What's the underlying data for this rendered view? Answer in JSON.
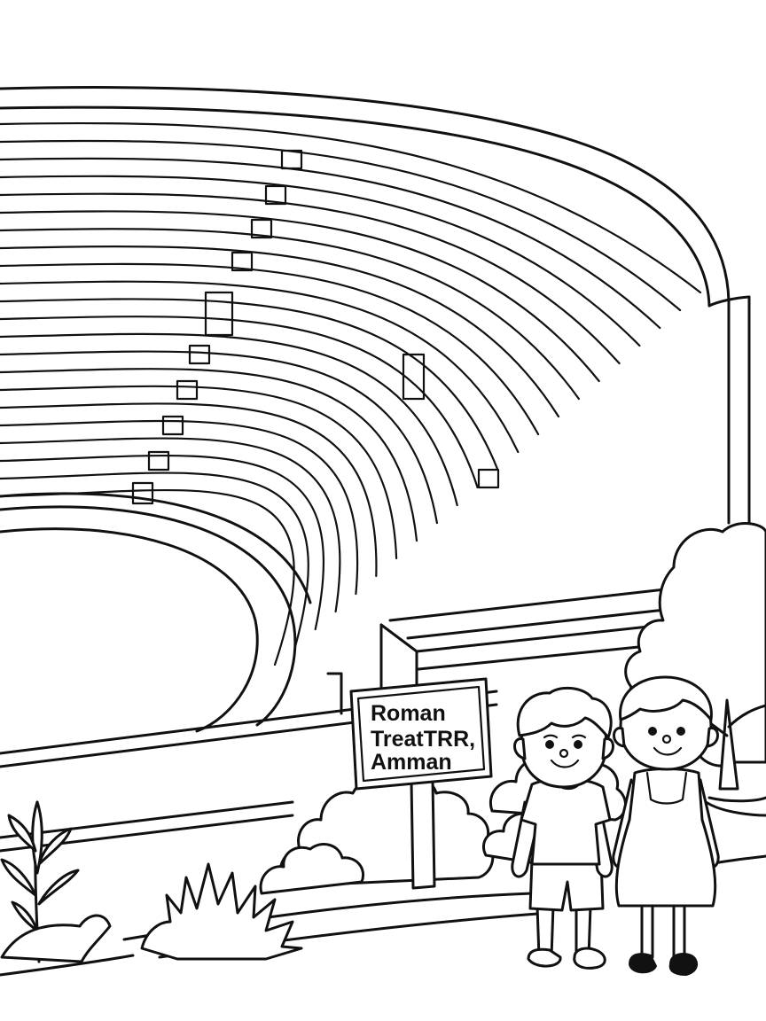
{
  "sign": {
    "line1": "Roman",
    "line2": "TreatTRR,",
    "line3": "Amman"
  },
  "colors": {
    "ink": "#111111",
    "paper": "#ffffff"
  }
}
